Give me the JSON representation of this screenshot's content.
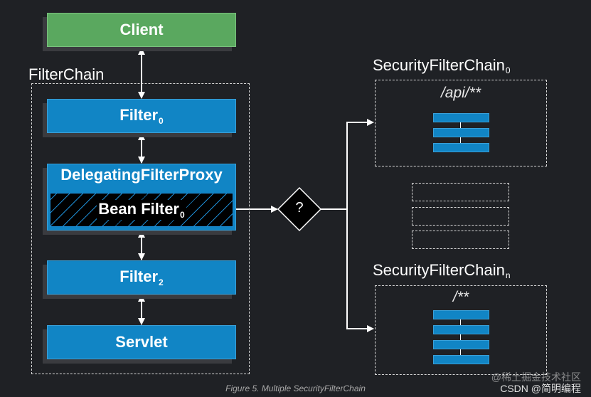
{
  "nodes": {
    "client": "Client",
    "filter0": "Filter",
    "filter0_sub": "0",
    "delegating": "DelegatingFilterProxy",
    "bean_filter": "Bean Filter",
    "bean_filter_sub": "0",
    "filter2": "Filter",
    "filter2_sub": "2",
    "servlet": "Servlet",
    "decision": "?"
  },
  "filterchain_label": "FilterChain",
  "chains": [
    {
      "label": "SecurityFilterChain",
      "sub": "0",
      "pattern": "/api/**"
    },
    {
      "label": "SecurityFilterChain",
      "sub": "n",
      "pattern": "/**"
    }
  ],
  "caption": "Figure 5. Multiple SecurityFilterChain",
  "watermark": {
    "line1": "@稀土掘金技术社区",
    "line2": "CSDN @简明编程"
  },
  "colors": {
    "background": "#1f2125",
    "green": "#5aa85f",
    "blue": "#1185c5",
    "shadow": "#3a3b3f",
    "bean_filter_bg": "#000000",
    "bean_filter_hatch": "#1c8ad0"
  }
}
